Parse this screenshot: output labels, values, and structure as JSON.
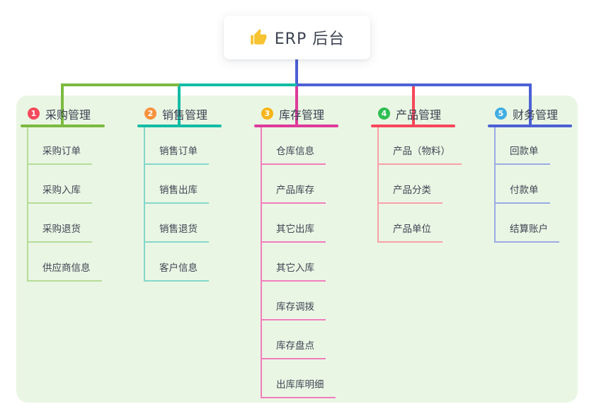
{
  "root": {
    "title": "ERP 后台",
    "icon": "thumbs-up-icon",
    "icon_color": "#F7C331"
  },
  "canvas": {
    "panel_background": "#EAF6E4",
    "page_background": "#FFFFFF"
  },
  "connectors": {
    "root_stem": "#4C60D4",
    "bus_left": "#7CBA40",
    "bus_mid": "#13BCA5",
    "bus_right": "#4C60D4",
    "drop_1": "#7CBA40",
    "drop_2": "#13BCA5",
    "drop_3": "#DE3A9B",
    "drop_4": "#F6475A",
    "drop_5": "#4C60D4"
  },
  "branches": [
    {
      "number": "1",
      "title": "采购管理",
      "badge_color": "#F5495C",
      "line_color": "#7CBA40",
      "item_line_color": "#B5DC96",
      "items": [
        "采购订单",
        "采购入库",
        "采购退货",
        "供应商信息"
      ]
    },
    {
      "number": "2",
      "title": "销售管理",
      "badge_color": "#F8923E",
      "line_color": "#13BCA5",
      "item_line_color": "#83D9CB",
      "items": [
        "销售订单",
        "销售出库",
        "销售退货",
        "客户信息"
      ]
    },
    {
      "number": "3",
      "title": "库存管理",
      "badge_color": "#F7B51B",
      "line_color": "#DE3A9B",
      "item_line_color": "#F07EBB",
      "items": [
        "仓库信息",
        "产品库存",
        "其它出库",
        "其它入库",
        "库存调拨",
        "库存盘点",
        "出库库明细"
      ]
    },
    {
      "number": "4",
      "title": "产品管理",
      "badge_color": "#2FBE54",
      "line_color": "#F6475A",
      "item_line_color": "#F9A0A8",
      "items": [
        "产品（物料）",
        "产品分类",
        "产品单位"
      ]
    },
    {
      "number": "5",
      "title": "财务管理",
      "badge_color": "#41ADE3",
      "line_color": "#4C60D4",
      "item_line_color": "#9AABE4",
      "items": [
        "回款单",
        "付款单",
        "结算账户"
      ]
    }
  ]
}
